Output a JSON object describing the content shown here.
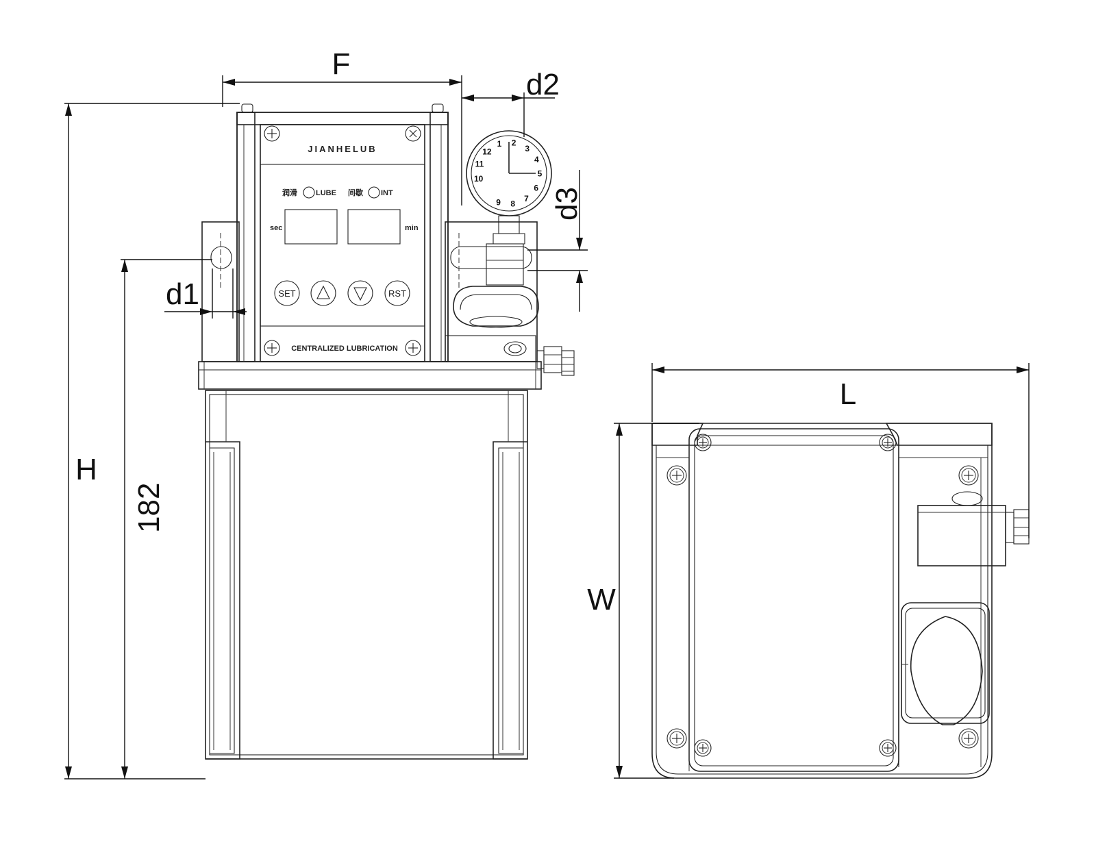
{
  "dimensions": {
    "F": "F",
    "d2": "d2",
    "d3": "d3",
    "d1": "d1",
    "H": "H",
    "height_182": "182",
    "L": "L",
    "W": "W"
  },
  "panel": {
    "brand": "JIANHELUB",
    "lube_cn": "润滑",
    "lube": "LUBE",
    "int_cn": "间歇",
    "int": "INT",
    "sec": "sec",
    "min": "min",
    "footer": "CENTRALIZED LUBRICATION"
  },
  "buttons": {
    "set": "SET",
    "rst": "RST"
  },
  "dial_numbers": [
    "10",
    "11",
    "12",
    "1",
    "2",
    "3",
    "4",
    "5",
    "6",
    "7",
    "8",
    "9"
  ]
}
